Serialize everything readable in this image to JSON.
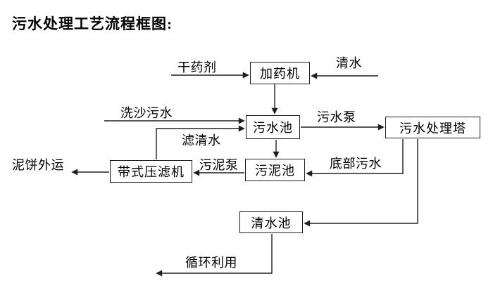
{
  "title": "污水处理工艺流程框图:",
  "diagram": {
    "nodes": {
      "dosing_machine": "加药机",
      "sewage_pool": "污水池",
      "treatment_tower": "污水处理塔",
      "sludge_pool": "污泥池",
      "belt_filter_press": "带式压滤机",
      "clean_water_pool": "清水池"
    },
    "edge_labels": {
      "dry_agent": "干药剂",
      "clean_water": "清水",
      "sand_washing_sewage": "洗沙污水",
      "sewage_pump": "污水泵",
      "filtered_water": "滤清水",
      "sludge_pump": "污泥泵",
      "bottom_sewage": "底部污水",
      "mud_cake_out": "泥饼外运",
      "recycle": "循环利用"
    },
    "edges": [
      {
        "from": "dry_agent_input",
        "to": "dosing_machine",
        "label": "干药剂"
      },
      {
        "from": "clean_water_input",
        "to": "dosing_machine",
        "label": "清水"
      },
      {
        "from": "dosing_machine",
        "to": "sewage_pool",
        "label": ""
      },
      {
        "from": "sand_washing_sewage_input",
        "to": "sewage_pool",
        "label": "洗沙污水"
      },
      {
        "from": "belt_filter_press",
        "to": "sewage_pool",
        "label": "滤清水"
      },
      {
        "from": "sewage_pool",
        "to": "treatment_tower",
        "label": "污水泵"
      },
      {
        "from": "sewage_pool",
        "to": "sludge_pool",
        "label": ""
      },
      {
        "from": "treatment_tower",
        "to": "sludge_pool",
        "label": "底部污水"
      },
      {
        "from": "sludge_pool",
        "to": "belt_filter_press",
        "label": "污泥泵"
      },
      {
        "from": "belt_filter_press",
        "to": "mud_cake_out",
        "label": "泥饼外运"
      },
      {
        "from": "treatment_tower",
        "to": "clean_water_pool",
        "label": ""
      },
      {
        "from": "clean_water_pool",
        "to": "recycle_output",
        "label": "循环利用"
      }
    ],
    "colors": {
      "background": "#ffffff",
      "line": "#1f1f1f",
      "box_border": "#1f1f1f",
      "box_fill": "#ffffff",
      "text": "#000000"
    }
  }
}
